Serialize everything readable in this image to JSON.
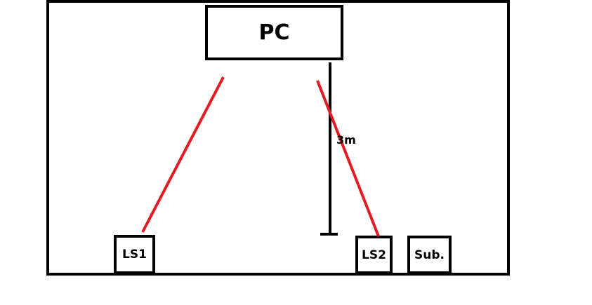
{
  "diagram": {
    "pc": {
      "label": "PC"
    },
    "speaker_left": {
      "label": "LS1"
    },
    "speaker_right": {
      "label": "LS2"
    },
    "subwoofer": {
      "label": "Sub."
    },
    "distance": {
      "label": "3m"
    }
  },
  "colors": {
    "outline": "#000000",
    "signal_line": "#e31b23",
    "background": "#ffffff"
  }
}
